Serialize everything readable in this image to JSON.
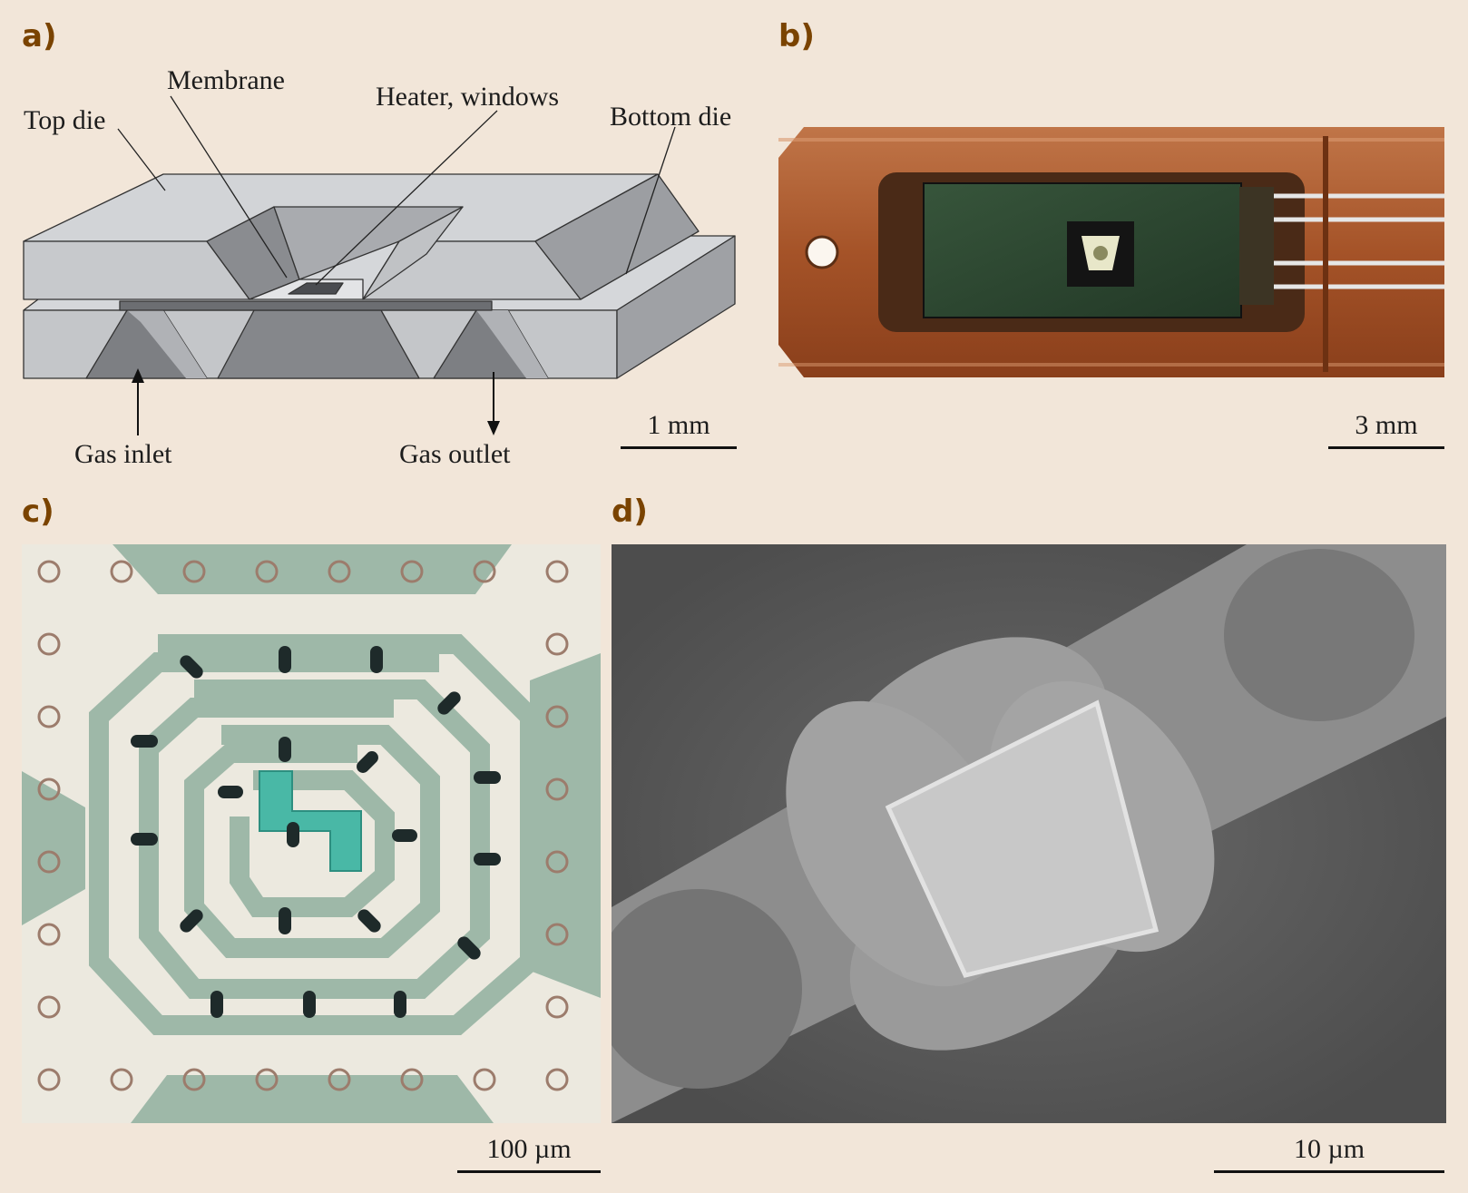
{
  "panels": {
    "a": {
      "label": "a)",
      "callouts": {
        "top_die": "Top die",
        "membrane": "Membrane",
        "heater_windows": "Heater, windows",
        "bottom_die": "Bottom die",
        "gas_inlet": "Gas inlet",
        "gas_outlet": "Gas outlet"
      },
      "scale": "1 mm"
    },
    "b": {
      "label": "b)",
      "scale": "3 mm"
    },
    "c": {
      "label": "c)",
      "scale": "100 µm"
    },
    "d": {
      "label": "d)",
      "scale": "10 µm"
    }
  },
  "colors": {
    "background": "#f2e6d9",
    "panel_label": "#7a4300",
    "die_light": "#cfd1d4",
    "die_mid": "#b2b4b8",
    "die_dark": "#8e9094",
    "copper": "#a8582d",
    "chip_green": "#2f4a33",
    "spiral_teal": "#9eb8a8",
    "heater_cyan": "#49b8a6",
    "sem_bg": "#5b5b5b"
  }
}
